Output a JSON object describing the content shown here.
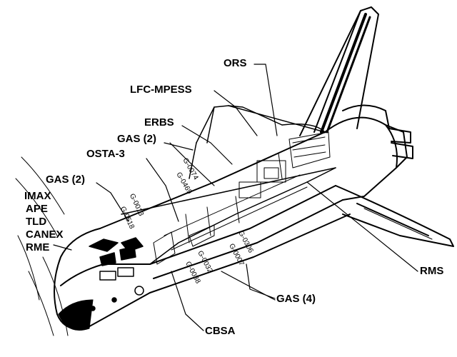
{
  "labels": {
    "ors": "ORS",
    "lfc_mpess": "LFC-MPESS",
    "erbs": "ERBS",
    "gas2_upper": "GAS (2)",
    "osta3": "OSTA-3",
    "gas2_left": "GAS (2)",
    "imax": "IMAX",
    "ape": "APE",
    "tld": "TLD",
    "canex": "CANEX",
    "rme": "RME",
    "rms": "RMS",
    "gas4": "GAS (4)",
    "cbsa": "CBSA"
  },
  "canister_tags": {
    "g0074": "G-0074",
    "g0469": "G-0469",
    "g0013": "G-0013",
    "g0518": "G-0518",
    "g0306": "G-0306",
    "g0007": "G-0007",
    "g0032": "G-0032",
    "g0038": "G-0038"
  }
}
